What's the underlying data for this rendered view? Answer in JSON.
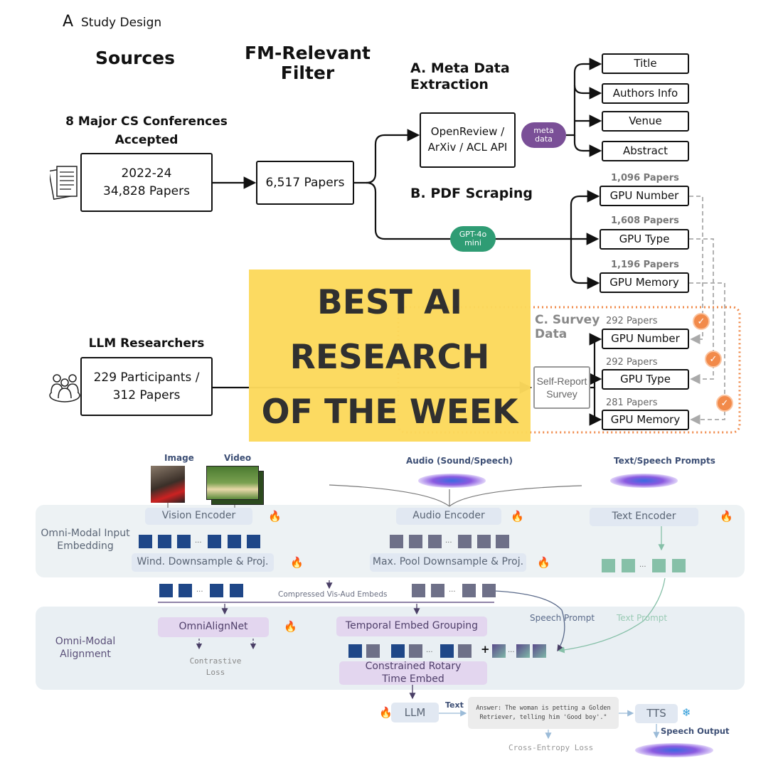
{
  "top": {
    "panel_letter": "A",
    "panel_title": "Study Design",
    "col_sources": "Sources",
    "col_filter": [
      "FM-Relevant",
      "Filter"
    ],
    "section_a": [
      "A. Meta Data",
      "Extraction"
    ],
    "section_b": "B. PDF Scraping",
    "section_c": "C. Survey Data",
    "conferences_label": [
      "8 Major CS Conferences",
      "Accepted"
    ],
    "conferences_box": [
      "2022-24",
      "34,828 Papers"
    ],
    "filtered_box": "6,517 Papers",
    "api_box": [
      "OpenReview /",
      "ArXiv / ACL API"
    ],
    "meta_pill": [
      "meta",
      "data"
    ],
    "meta_fields": [
      "Title",
      "Authors Info",
      "Venue",
      "Abstract"
    ],
    "gpt_pill": [
      "GPT-4o",
      "mini"
    ],
    "pdf_results": [
      {
        "count": "1,096 Papers",
        "label": "GPU Number"
      },
      {
        "count": "1,608 Papers",
        "label": "GPU Type"
      },
      {
        "count": "1,196 Papers",
        "label": "GPU Memory"
      }
    ],
    "researchers_label": "LLM Researchers",
    "researchers_box": [
      "229 Participants /",
      "312 Papers"
    ],
    "survey_hidden_box": [
      "Self-Report",
      "Survey"
    ],
    "survey_results": [
      {
        "count": "292 Papers",
        "label": "GPU Number"
      },
      {
        "count": "292 Papers",
        "label": "GPU Type"
      },
      {
        "count": "281 Papers",
        "label": "GPU Memory"
      }
    ]
  },
  "banner": {
    "lines": [
      "BEST AI",
      "RESEARCH",
      "OF THE WEEK"
    ],
    "bg": "#fcd95c"
  },
  "bottom": {
    "image_label": "Image",
    "video_label": "Video",
    "audio_label": "Audio (Sound/Speech)",
    "prompt_label": "Text/Speech Prompts",
    "input_section": [
      "Omni-Modal Input",
      "Embedding"
    ],
    "vision_encoder": "Vision Encoder",
    "audio_encoder": "Audio Encoder",
    "text_encoder": "Text Encoder",
    "wind_downsample": "Wind. Downsample & Proj.",
    "maxpool_downsample": "Max. Pool Downsample & Proj.",
    "compressed_label": "Compressed Vis-Aud Embeds",
    "alignment_section": [
      "Omni-Modal",
      "Alignment"
    ],
    "omnialignnet": "OmniAlignNet",
    "contrastive_loss": [
      "Contrastive",
      "Loss"
    ],
    "temporal_grouping": "Temporal Embed Grouping",
    "rotary_embed": [
      "Constrained Rotary",
      "Time Embed"
    ],
    "speech_prompt": "Speech Prompt",
    "text_prompt": "Text Prompt",
    "dots": "...",
    "plus": "+",
    "llm": "LLM",
    "text_arrow_label": "Text",
    "answer": [
      "Answer: The woman is petting a Golden",
      "Retriever, telling him 'Good boy'.\""
    ],
    "tts": "TTS",
    "speech_output": "Speech Output",
    "cross_entropy": "Cross-Entropy Loss"
  }
}
